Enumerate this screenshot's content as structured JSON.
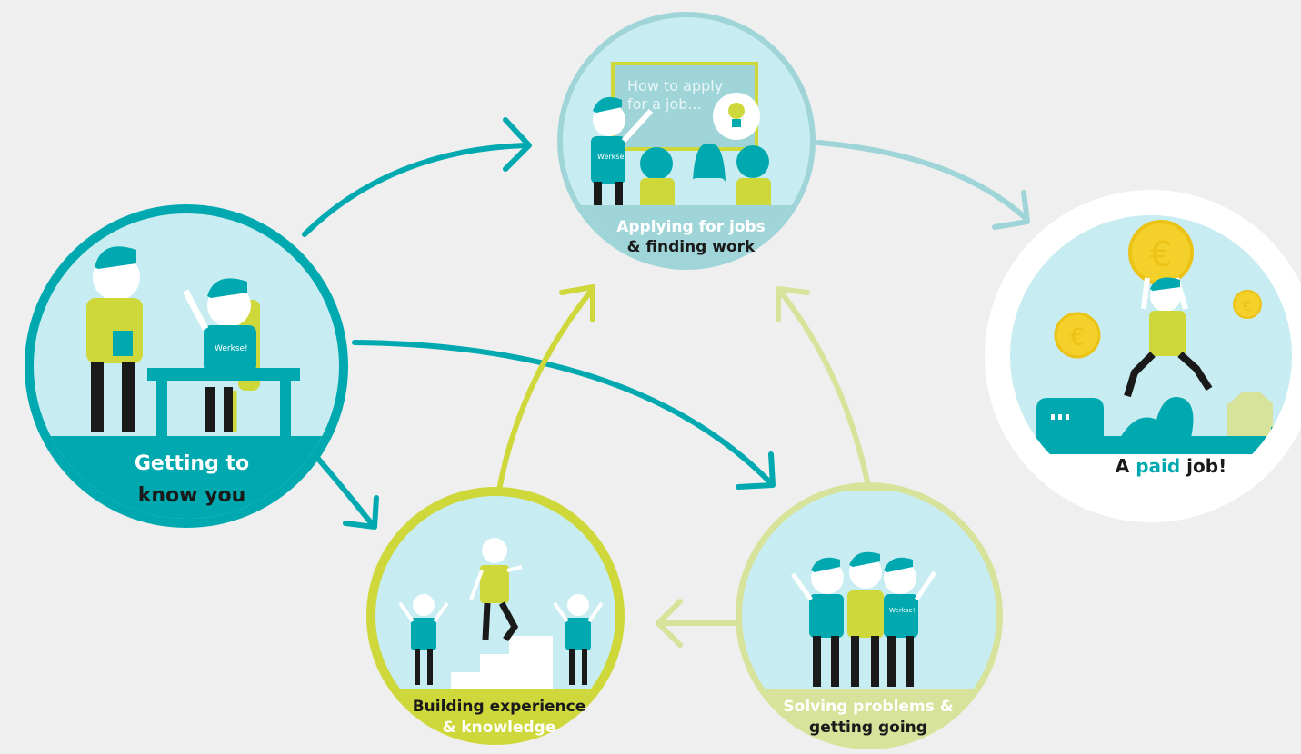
{
  "nodes": {
    "getting_to_know": {
      "line1": "Getting to",
      "line2": "know you"
    },
    "applying": {
      "line1": "Applying for jobs",
      "line2": "& finding work",
      "board_line1": "How to apply",
      "board_line2": "for a job...",
      "shirt": "Werkse!"
    },
    "paid_job": {
      "word1": "A ",
      "word2": "paid",
      "word3": " job!"
    },
    "building": {
      "line1": "Building experience",
      "line2": "& knowledge"
    },
    "solving": {
      "line1": "Solving problems &",
      "line2": "getting going",
      "shirt": "Werkse!"
    }
  },
  "shirt_label": "Werkse!",
  "colors": {
    "teal": "#00a9b0",
    "teal_dark": "#00a0a6",
    "light_blue": "#c7ecf1",
    "pale_teal": "#9fd5d8",
    "lime": "#cfd83a",
    "pale_lime": "#d7e39a",
    "mid_teal": "#8dcfd2",
    "background": "#efefef",
    "black": "#1a1a1a"
  },
  "icons": [
    "arrow-icon",
    "euro-coin-icon",
    "lightbulb-icon"
  ]
}
